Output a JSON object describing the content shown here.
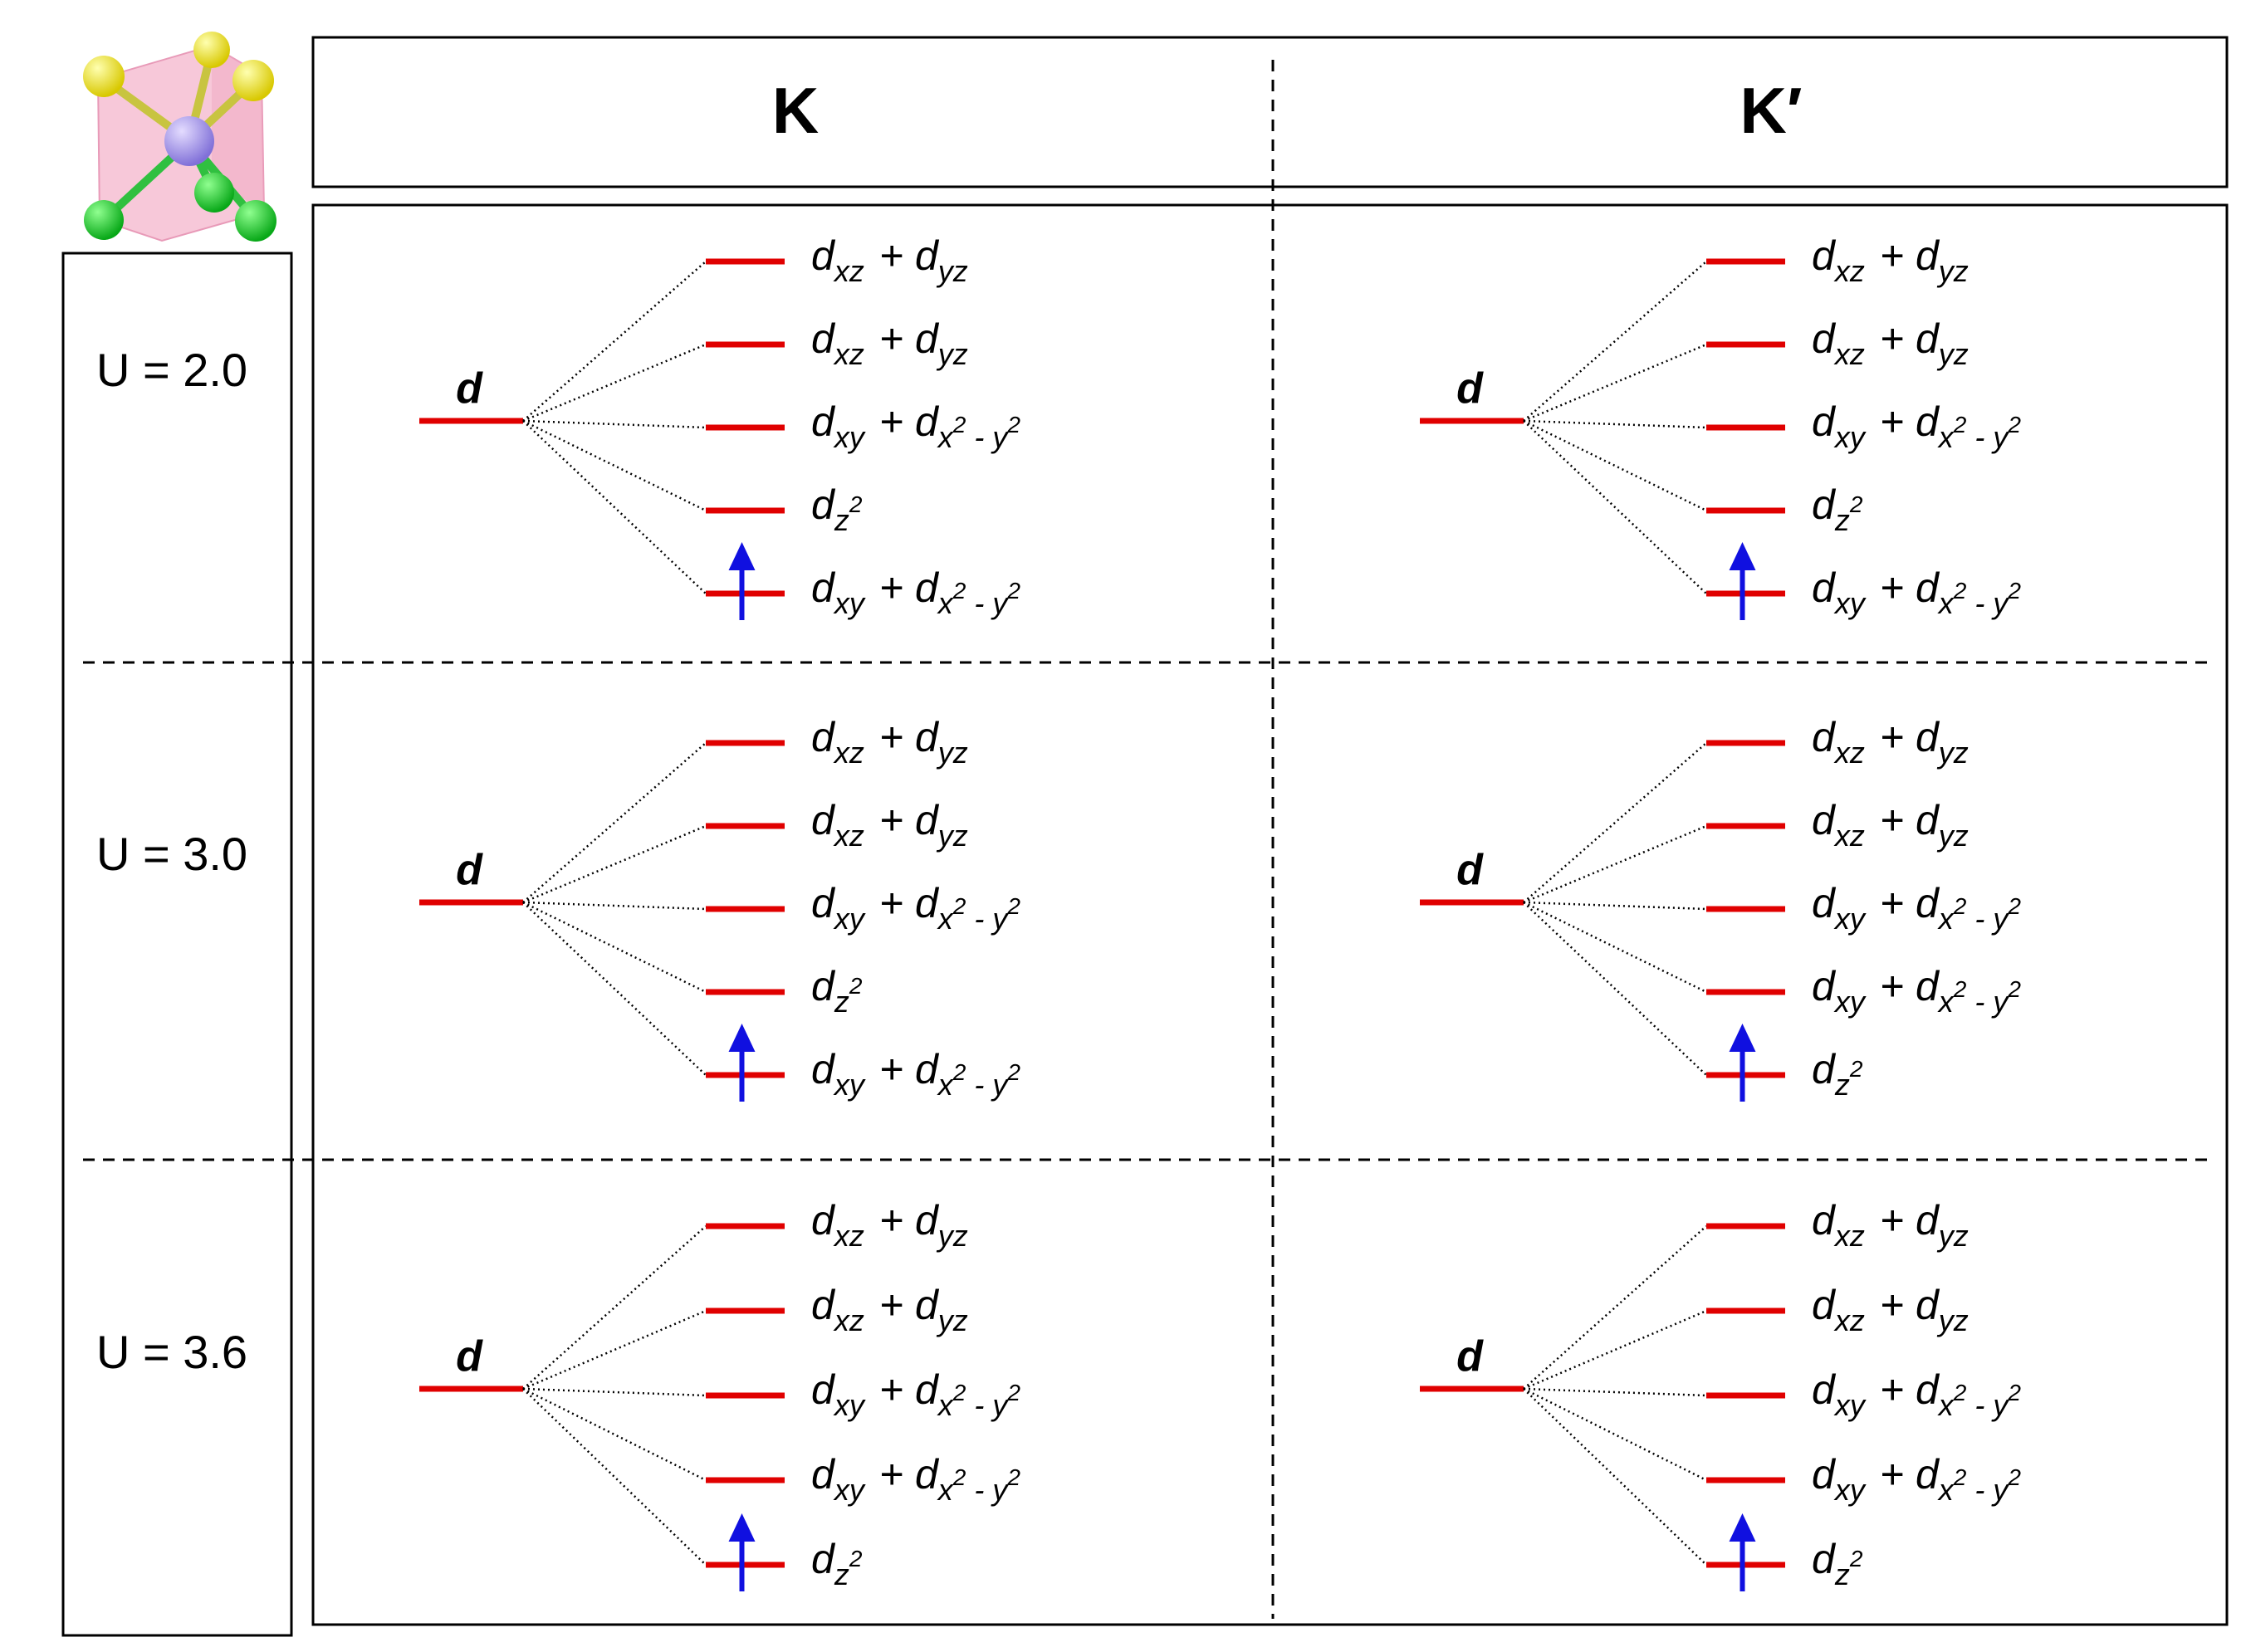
{
  "header": {
    "col_left": "K",
    "col_right": "K′"
  },
  "rows": [
    {
      "u_label": "U = 2.0",
      "panels": [
        {
          "column": "K",
          "parent_label": "d",
          "levels": [
            {
              "orbital": "dxz+dyz",
              "occupied": false
            },
            {
              "orbital": "dxz+dyz",
              "occupied": false
            },
            {
              "orbital": "dxy+dx2-y2",
              "occupied": false
            },
            {
              "orbital": "dz2",
              "occupied": false
            },
            {
              "orbital": "dxy+dx2-y2",
              "occupied": true
            }
          ]
        },
        {
          "column": "K′",
          "parent_label": "d",
          "levels": [
            {
              "orbital": "dxz+dyz",
              "occupied": false
            },
            {
              "orbital": "dxz+dyz",
              "occupied": false
            },
            {
              "orbital": "dxy+dx2-y2",
              "occupied": false
            },
            {
              "orbital": "dz2",
              "occupied": false
            },
            {
              "orbital": "dxy+dx2-y2",
              "occupied": true
            }
          ]
        }
      ]
    },
    {
      "u_label": "U = 3.0",
      "panels": [
        {
          "column": "K",
          "parent_label": "d",
          "levels": [
            {
              "orbital": "dxz+dyz",
              "occupied": false
            },
            {
              "orbital": "dxz+dyz",
              "occupied": false
            },
            {
              "orbital": "dxy+dx2-y2",
              "occupied": false
            },
            {
              "orbital": "dz2",
              "occupied": false
            },
            {
              "orbital": "dxy+dx2-y2",
              "occupied": true
            }
          ]
        },
        {
          "column": "K′",
          "parent_label": "d",
          "levels": [
            {
              "orbital": "dxz+dyz",
              "occupied": false
            },
            {
              "orbital": "dxz+dyz",
              "occupied": false
            },
            {
              "orbital": "dxy+dx2-y2",
              "occupied": false
            },
            {
              "orbital": "dxy+dx2-y2",
              "occupied": false
            },
            {
              "orbital": "dz2",
              "occupied": true
            }
          ]
        }
      ]
    },
    {
      "u_label": "U = 3.6",
      "panels": [
        {
          "column": "K",
          "parent_label": "d",
          "levels": [
            {
              "orbital": "dxz+dyz",
              "occupied": false
            },
            {
              "orbital": "dxz+dyz",
              "occupied": false
            },
            {
              "orbital": "dxy+dx2-y2",
              "occupied": false
            },
            {
              "orbital": "dxy+dx2-y2",
              "occupied": false
            },
            {
              "orbital": "dz2",
              "occupied": true
            }
          ]
        },
        {
          "column": "K′",
          "parent_label": "d",
          "levels": [
            {
              "orbital": "dxz+dyz",
              "occupied": false
            },
            {
              "orbital": "dxz+dyz",
              "occupied": false
            },
            {
              "orbital": "dxy+dx2-y2",
              "occupied": false
            },
            {
              "orbital": "dxy+dx2-y2",
              "occupied": false
            },
            {
              "orbital": "dz2",
              "occupied": true
            }
          ]
        }
      ]
    }
  ],
  "colors": {
    "level_line": "#e00000",
    "spin_arrow": "#1010e0",
    "frame": "#000000",
    "central_atom": "#9f8fe8",
    "ligand_top": "#f0e000",
    "ligand_bottom": "#10c020",
    "polyhedron": "#f4b6cc"
  },
  "icons": {
    "structure_model": "trigonal-prismatic-molecule-icon",
    "spin": "spin-up-arrow-icon"
  }
}
